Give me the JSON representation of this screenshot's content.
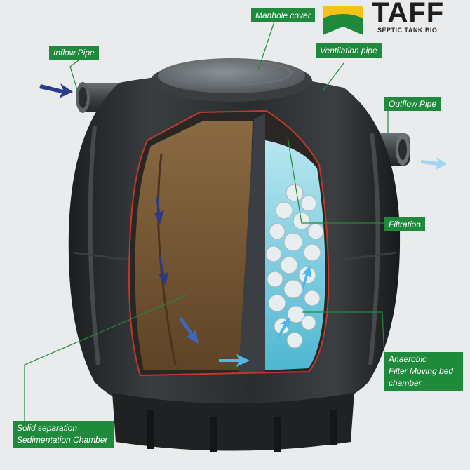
{
  "brand": {
    "name": "TAFF",
    "subtitle": "SEPTIC TANK BIO",
    "colors": {
      "green": "#1f8a3b",
      "yellow": "#f4c21a"
    }
  },
  "labels": {
    "manhole_cover": "Manhole cover",
    "ventilation_pipe": "Ventilation pipe",
    "inflow_pipe": "Inflow Pipe",
    "outflow_pipe": "Outflow Pipe",
    "filtration": "Filtration",
    "anaerobic_line1": "Anaerobic",
    "anaerobic_line2": "Filter Moving bed",
    "anaerobic_line3": "chamber",
    "solid_line1": "Solid separation",
    "solid_line2": "Sedimentation Chamber"
  },
  "colors": {
    "label_bg": "#1f8a3b",
    "tank": "#2b2e30",
    "cutaway_outline": "#c0392b",
    "sediment": "#7a5a36",
    "filter_water": "#8fd6e6",
    "inflow_arrow": "#2c3a8c",
    "flow_arrow_light": "#4fb8e6"
  }
}
